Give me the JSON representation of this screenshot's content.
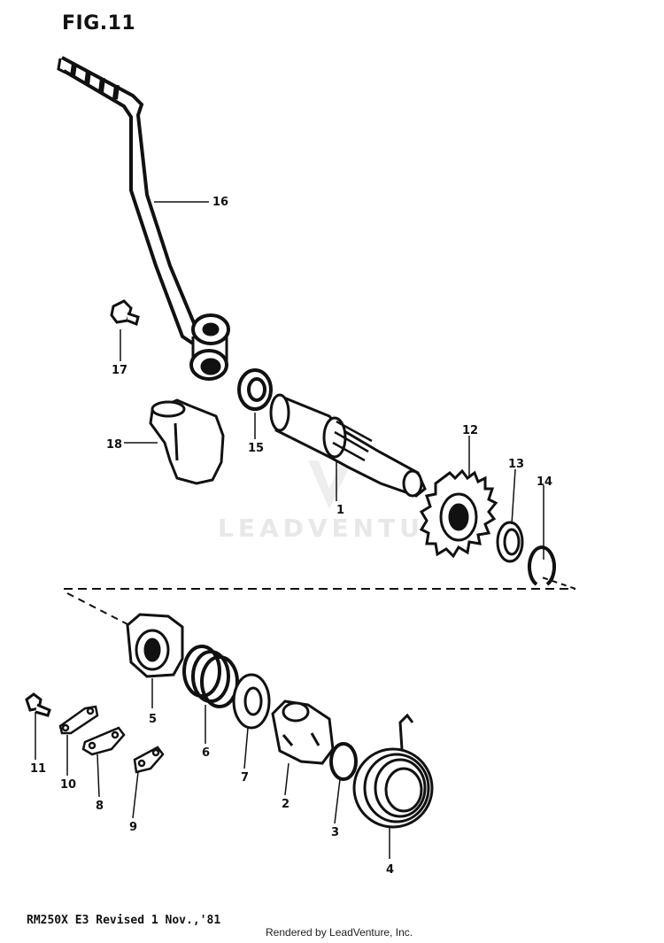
{
  "figure": {
    "title": "FIG.11",
    "footer_model": "RM250X E3  Revised 1 Nov.,'81",
    "footer_credit": "Rendered by LeadVenture, Inc.",
    "watermark": "LEADVENTURE"
  },
  "callouts": [
    "1",
    "2",
    "3",
    "4",
    "5",
    "6",
    "7",
    "8",
    "9",
    "10",
    "11",
    "12",
    "13",
    "14",
    "15",
    "16",
    "17",
    "18"
  ]
}
